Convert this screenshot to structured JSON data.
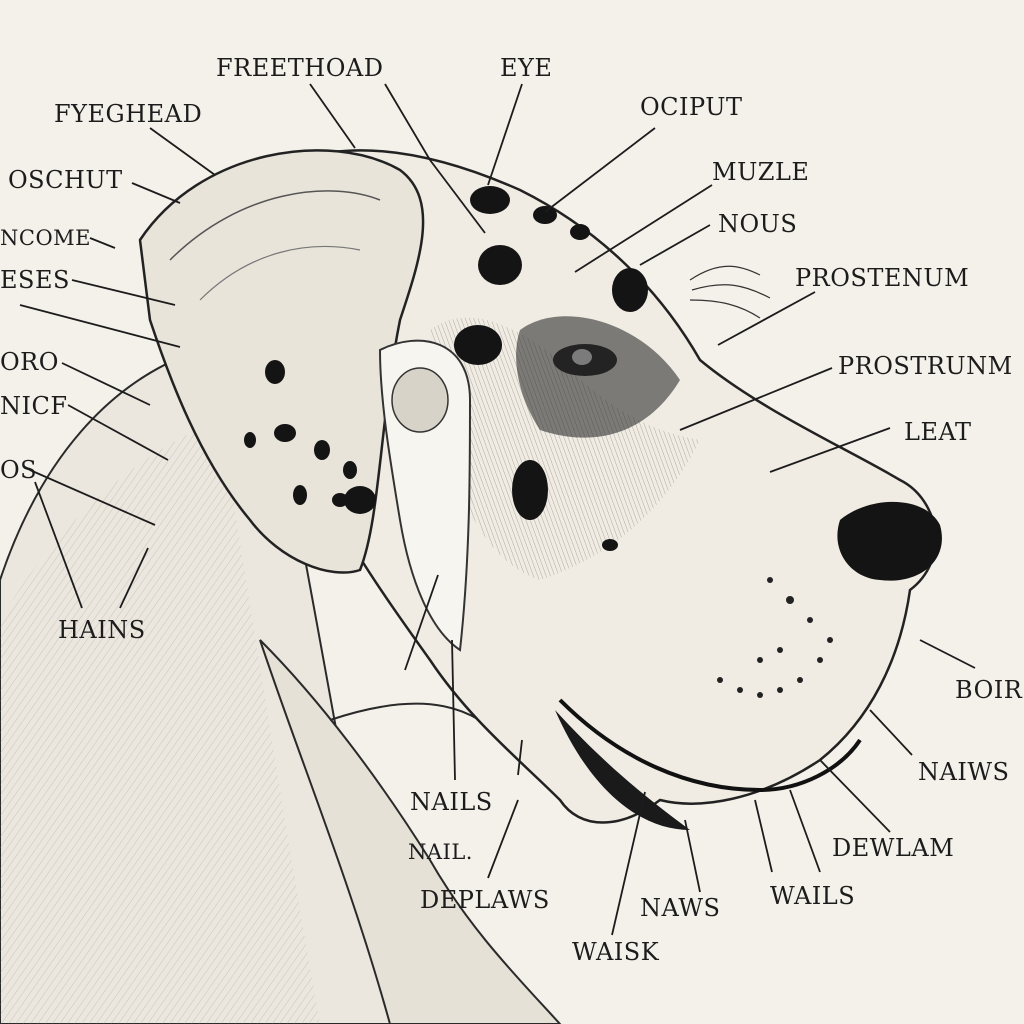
{
  "labels": {
    "freethead": "FREETHOAD",
    "eye": "EYE",
    "fyeghead": "FYEGHEAD",
    "ociput": "OCIPUT",
    "oschut": "OSCHUT",
    "muzle": "MUZLE",
    "ncome": "NCOME",
    "nous": "NOUS",
    "eses": "ESES",
    "prostenum": "PROSTENUM",
    "oro": "ORO",
    "prostrunm": "PROSTRUNM",
    "nicf": "NICF",
    "leat": "LEAT",
    "os": "OS",
    "hains": "HAINS",
    "boir": "BOIR",
    "naiws": "NAIWS",
    "nails": "NAILS",
    "nail": "NAIL.",
    "dewlam": "DEWLAM",
    "deplaws": "DEPLAWS",
    "wails": "WAILS",
    "naws": "NAWS",
    "waisk": "WAISK"
  },
  "colors": {
    "paper": "#f4f1ea",
    "ink": "#1c1c1c",
    "spot": "#141414",
    "shade": "#cfcac0"
  }
}
